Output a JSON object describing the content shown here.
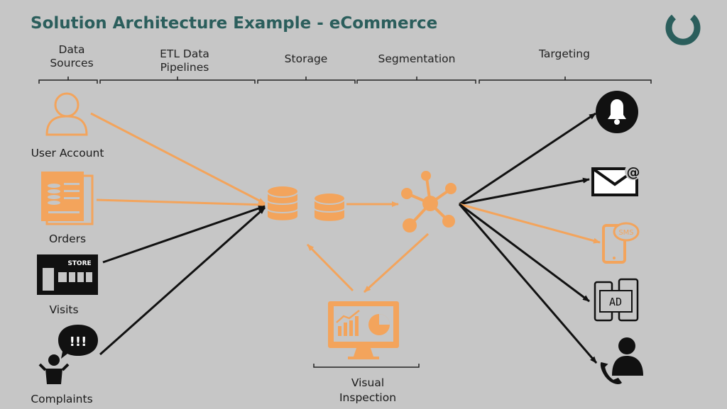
{
  "title": "Solution Architecture Example - eCommerce",
  "columns": [
    {
      "line1": "Data",
      "line2": "Sources"
    },
    {
      "line1": "ETL Data",
      "line2": "Pipelines"
    },
    {
      "line1": "Storage",
      "line2": ""
    },
    {
      "line1": "Segmentation",
      "line2": ""
    },
    {
      "line1": "Targeting",
      "line2": ""
    }
  ],
  "sources": [
    {
      "label": "User Account",
      "icon": "user-icon"
    },
    {
      "label": "Orders",
      "icon": "orders-icon"
    },
    {
      "label": "Visits",
      "icon": "store-icon"
    },
    {
      "label": "Complaints",
      "icon": "complaint-icon"
    }
  ],
  "store_sign": "STORE",
  "complaint_marks": "!!!",
  "hub_icon": "segmentation-network-icon",
  "storage_icons": [
    "database-icon",
    "database-icon"
  ],
  "inspection": {
    "line1": "Visual",
    "line2": "Inspection",
    "icon": "dashboard-monitor-icon"
  },
  "targets": [
    {
      "icon": "notification-bell-icon"
    },
    {
      "icon": "email-icon",
      "mark": "@"
    },
    {
      "icon": "sms-phone-icon",
      "mark": "SMS"
    },
    {
      "icon": "ad-devices-icon",
      "mark": "AD"
    },
    {
      "icon": "call-center-icon"
    }
  ],
  "colors": {
    "accent": "#f3a45c",
    "dark": "#111111",
    "title": "#2b5e5c",
    "background": "#c6c6c6"
  }
}
